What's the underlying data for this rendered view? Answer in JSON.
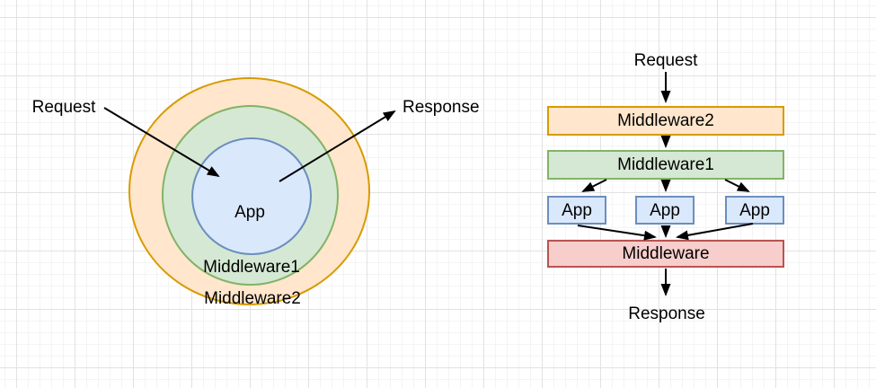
{
  "colors": {
    "orange_fill": "#ffe6cc",
    "orange_stroke": "#d79b00",
    "green_fill": "#d5e8d4",
    "green_stroke": "#82b366",
    "blue_fill": "#dae8fc",
    "blue_stroke": "#6c8ebf",
    "red_fill": "#f8cecc",
    "red_stroke": "#b85450",
    "arrow": "#000000",
    "grid_major": "#e2e2e2",
    "grid_minor": "#f4f4f4"
  },
  "onion": {
    "request_label": "Request",
    "response_label": "Response",
    "core_label": "App",
    "middle_ring_label": "Middleware1",
    "outer_ring_label": "Middleware2"
  },
  "pipeline": {
    "request_label": "Request",
    "middleware2_label": "Middleware2",
    "middleware1_label": "Middleware1",
    "app_labels": [
      "App",
      "App",
      "App"
    ],
    "middleware_label": "Middleware",
    "response_label": "Response"
  }
}
